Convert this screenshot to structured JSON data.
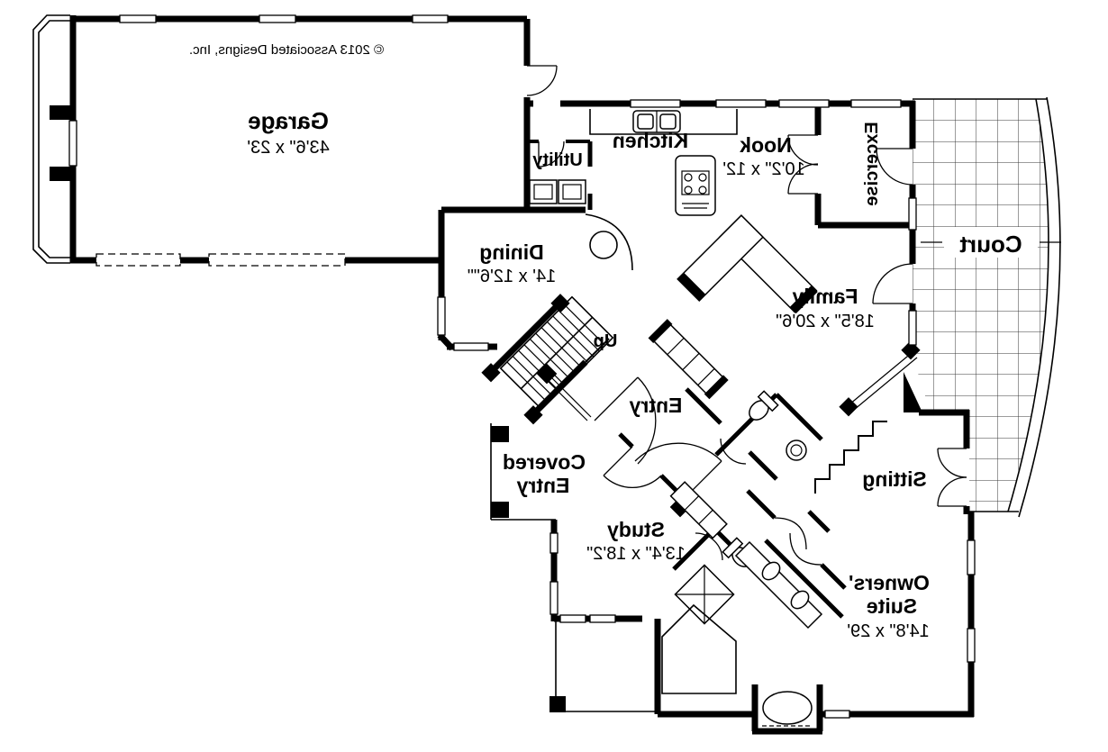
{
  "plan": {
    "copyright": "© 2013 Associated Designs, Inc.",
    "colors": {
      "ink": "#000000",
      "paper": "#ffffff"
    },
    "stairs": {
      "label": "Up"
    },
    "rooms": {
      "garage": {
        "name": "Garage",
        "dims": "43'6\" x 23'"
      },
      "utility": {
        "name": "Utility"
      },
      "kitchen": {
        "name": "Kitchen"
      },
      "nook": {
        "name": "Nook",
        "dims": "10'2\" x 12'"
      },
      "exercise": {
        "name": "Excercise"
      },
      "dining": {
        "name": "Dining",
        "dims": "14' x 12'6\"\""
      },
      "family": {
        "name": "Family",
        "dims": "18'5\" x 20'6\""
      },
      "court": {
        "name": "Court"
      },
      "entry": {
        "name": "Entry"
      },
      "covered_entry": {
        "name_line1": "Covered",
        "name_line2": "Entry"
      },
      "study": {
        "name": "Study",
        "dims": "13'4\" x 18'2\""
      },
      "sitting": {
        "name": "Sitting"
      },
      "owners_suite": {
        "name_line1": "Owners'",
        "name_line2": "Suite",
        "dims": "14'8\" x 29'"
      }
    }
  }
}
